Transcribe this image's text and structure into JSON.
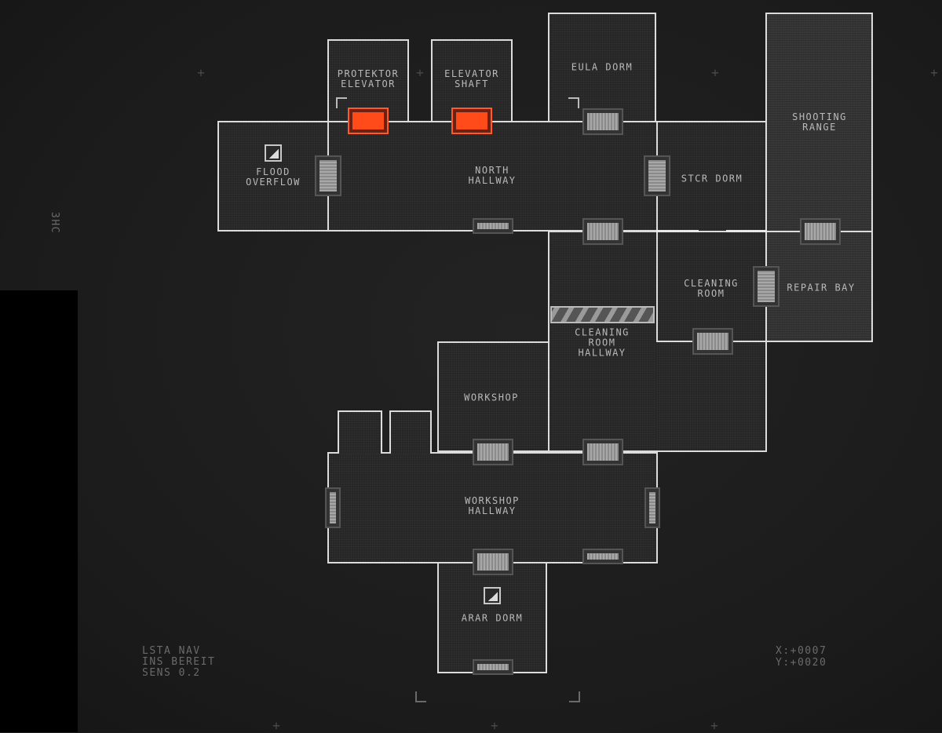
{
  "rooms": {
    "protektor_elevator": "PROTEKTOR\nELEVATOR",
    "elevator_shaft": "ELEVATOR\nSHAFT",
    "eula_dorm": "EULA DORM",
    "shooting_range": "SHOOTING\nRANGE",
    "flood_overflow": "FLOOD\nOVERFLOW",
    "north_hallway": "NORTH\nHALLWAY",
    "stcr_dorm": "STCR DORM",
    "cleaning_room": "CLEANING\nROOM",
    "repair_bay": "REPAIR BAY",
    "cleaning_room_hallway": "CLEANING\nROOM\nHALLWAY",
    "workshop": "WORKSHOP",
    "workshop_hallway": "WORKSHOP\nHALLWAY",
    "arar_dorm": "ARAR DORM"
  },
  "hud": {
    "side_tag": "3HC",
    "status_lines": "LSTA NAV\nINS BEREIT\nSENS 0.2",
    "coord_x": "X:+0007",
    "coord_y": "Y:+0020"
  },
  "icons": [
    "stairs-icon",
    "door-icon",
    "locked-door-icon",
    "crosshair-icon",
    "hazard-barrier"
  ],
  "colors": {
    "background": "#1d1d1d",
    "wall": "#dcdcdc",
    "locked_door": "#ff4a1a",
    "text": "#b9b9b9",
    "hud_text": "#6a6a6a"
  }
}
